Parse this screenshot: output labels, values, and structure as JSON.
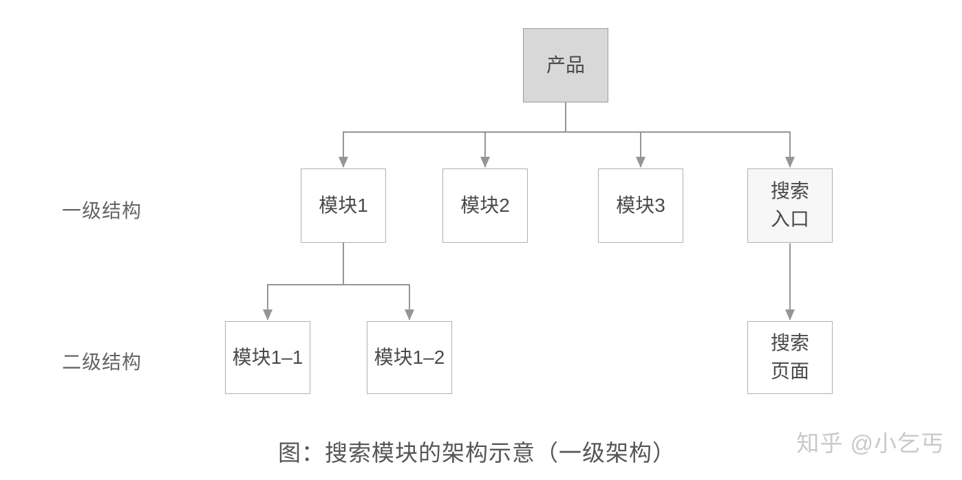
{
  "diagram": {
    "nodes": {
      "product": {
        "label": "产品"
      },
      "module1": {
        "label": "模块1"
      },
      "module2": {
        "label": "模块2"
      },
      "module3": {
        "label": "模块3"
      },
      "search_entry": {
        "label": "搜索\n入口"
      },
      "module1_1": {
        "label": "模块1–1"
      },
      "module1_2": {
        "label": "模块1–2"
      },
      "search_page": {
        "label": "搜索\n页面"
      }
    },
    "tree": {
      "root": "产品",
      "children": [
        {
          "label": "模块1",
          "children": [
            "模块1–1",
            "模块1–2"
          ]
        },
        {
          "label": "模块2",
          "children": []
        },
        {
          "label": "模块3",
          "children": []
        },
        {
          "label": "搜索入口",
          "children": [
            "搜索页面"
          ]
        }
      ]
    },
    "row_labels": {
      "level1": "一级结构",
      "level2": "二级结构"
    }
  },
  "caption": "图：搜索模块的架构示意（一级架构）",
  "watermark": "知乎 @小乞丐",
  "icons": {
    "connector_arrow": "arrow-down-icon"
  },
  "colors": {
    "background": "#ffffff",
    "line": "#959595",
    "box_border": "#aeaeae",
    "root_fill": "#d8d8d8",
    "search_entry_fill": "#f7f7f7",
    "node_text": "#4a4a4a",
    "row_label_text": "#646464",
    "caption_text": "#565656",
    "watermark_text": "#c9c9c9"
  }
}
